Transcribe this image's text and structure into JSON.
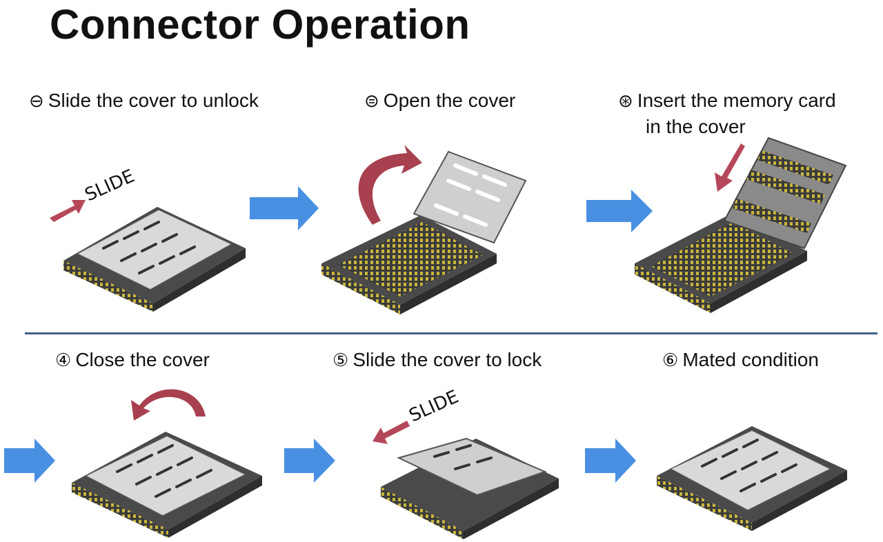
{
  "title": "Connector Operation",
  "steps": [
    {
      "num": "⊖",
      "label": "Slide the cover to unlock"
    },
    {
      "num": "⊜",
      "label": "Open the cover"
    },
    {
      "num": "⊛",
      "label_line1": "Insert the memory card",
      "label_line2": "in the cover"
    },
    {
      "num": "④",
      "label": "Close the cover"
    },
    {
      "num": "⑤",
      "label": "Slide the cover to lock"
    },
    {
      "num": "⑥",
      "label": "Mated condition"
    }
  ],
  "slide_unlock": "SLIDE",
  "slide_lock": "SLIDE",
  "colors": {
    "flow_arrow": "#4a90e2",
    "action_arrow": "#b5475a",
    "divider": "#3f5f8c",
    "housing": "#3c3c3c",
    "cover": "#d9d9d9",
    "contacts": "#b8a62a"
  }
}
